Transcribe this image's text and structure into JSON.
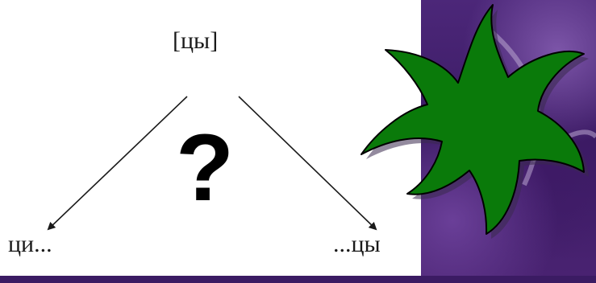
{
  "diagram": {
    "top_node": "[цы]",
    "left_node": "ци...",
    "right_node": "...цы",
    "question": "?"
  },
  "colors": {
    "star_fill": "#0a7a0a",
    "background_panel": "#4a2577",
    "text": "#1a1a1a"
  },
  "icons": {
    "decoration": "green-star-icon"
  }
}
